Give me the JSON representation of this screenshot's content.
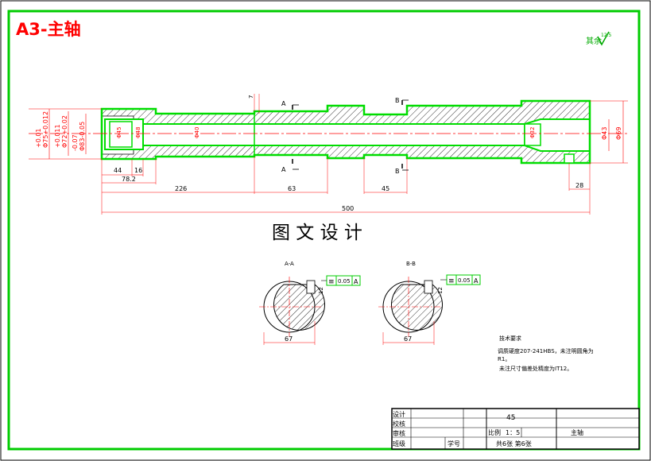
{
  "sheet": {
    "title": "A3-主轴",
    "watermark": "图 文 设 计",
    "roughness_symbol": "12.5",
    "roughness_prefix": "其余"
  },
  "front_view": {
    "diameters": [
      "Φ75+0.012\n+0.01",
      "Φ72+0.02\n+0.011",
      "Φ83-0.05\n-0.07",
      "Φ45",
      "Φ48",
      "Φ40",
      "Φ32",
      "Φ43",
      "Φ69"
    ],
    "lengths": [
      "44",
      "16",
      "78.2",
      "226",
      "63",
      "45",
      "500",
      "28"
    ],
    "section_labels": [
      "A",
      "A",
      "B",
      "B"
    ],
    "top_dim": "7"
  },
  "section_a": {
    "title": "A-A",
    "width": "67",
    "tolerance_symbol": "≡",
    "tolerance_value": "0.05",
    "datum": "A",
    "key_width": "12"
  },
  "section_b": {
    "title": "B-B",
    "width": "67",
    "tolerance_symbol": "≡",
    "tolerance_value": "0.05",
    "datum": "A",
    "key_width": "12"
  },
  "tech_notes": {
    "heading": "技术要求",
    "line1": "调质硬度207-241HBS，未注明圆角为",
    "line2": "R1。",
    "line3": "未注尺寸偏差处精度为IT12。"
  },
  "title_block": {
    "rows": [
      "设计",
      "校核",
      "审核",
      "班级"
    ],
    "material": "45",
    "scale_label": "比例",
    "scale_value": "1：5",
    "part_name": "主轴",
    "student_no_label": "学号",
    "sheets": "共6张  第6张"
  }
}
